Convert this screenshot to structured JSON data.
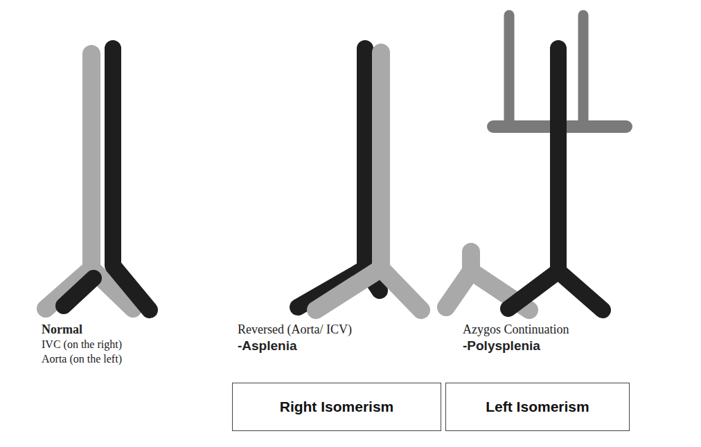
{
  "diagram": {
    "nodes": [
      {
        "text": [
          "Right Isomerism"
        ]
      },
      {
        "text": [
          "Left Isomerism"
        ]
      }
    ],
    "labels": [
      "Normal",
      "IVC (on the right)",
      "Aorta (on the left)",
      "Reversed (Aorta/ ICV)",
      "-Asplenia",
      "Azygos Continuation",
      "-Polysplenia"
    ]
  }
}
